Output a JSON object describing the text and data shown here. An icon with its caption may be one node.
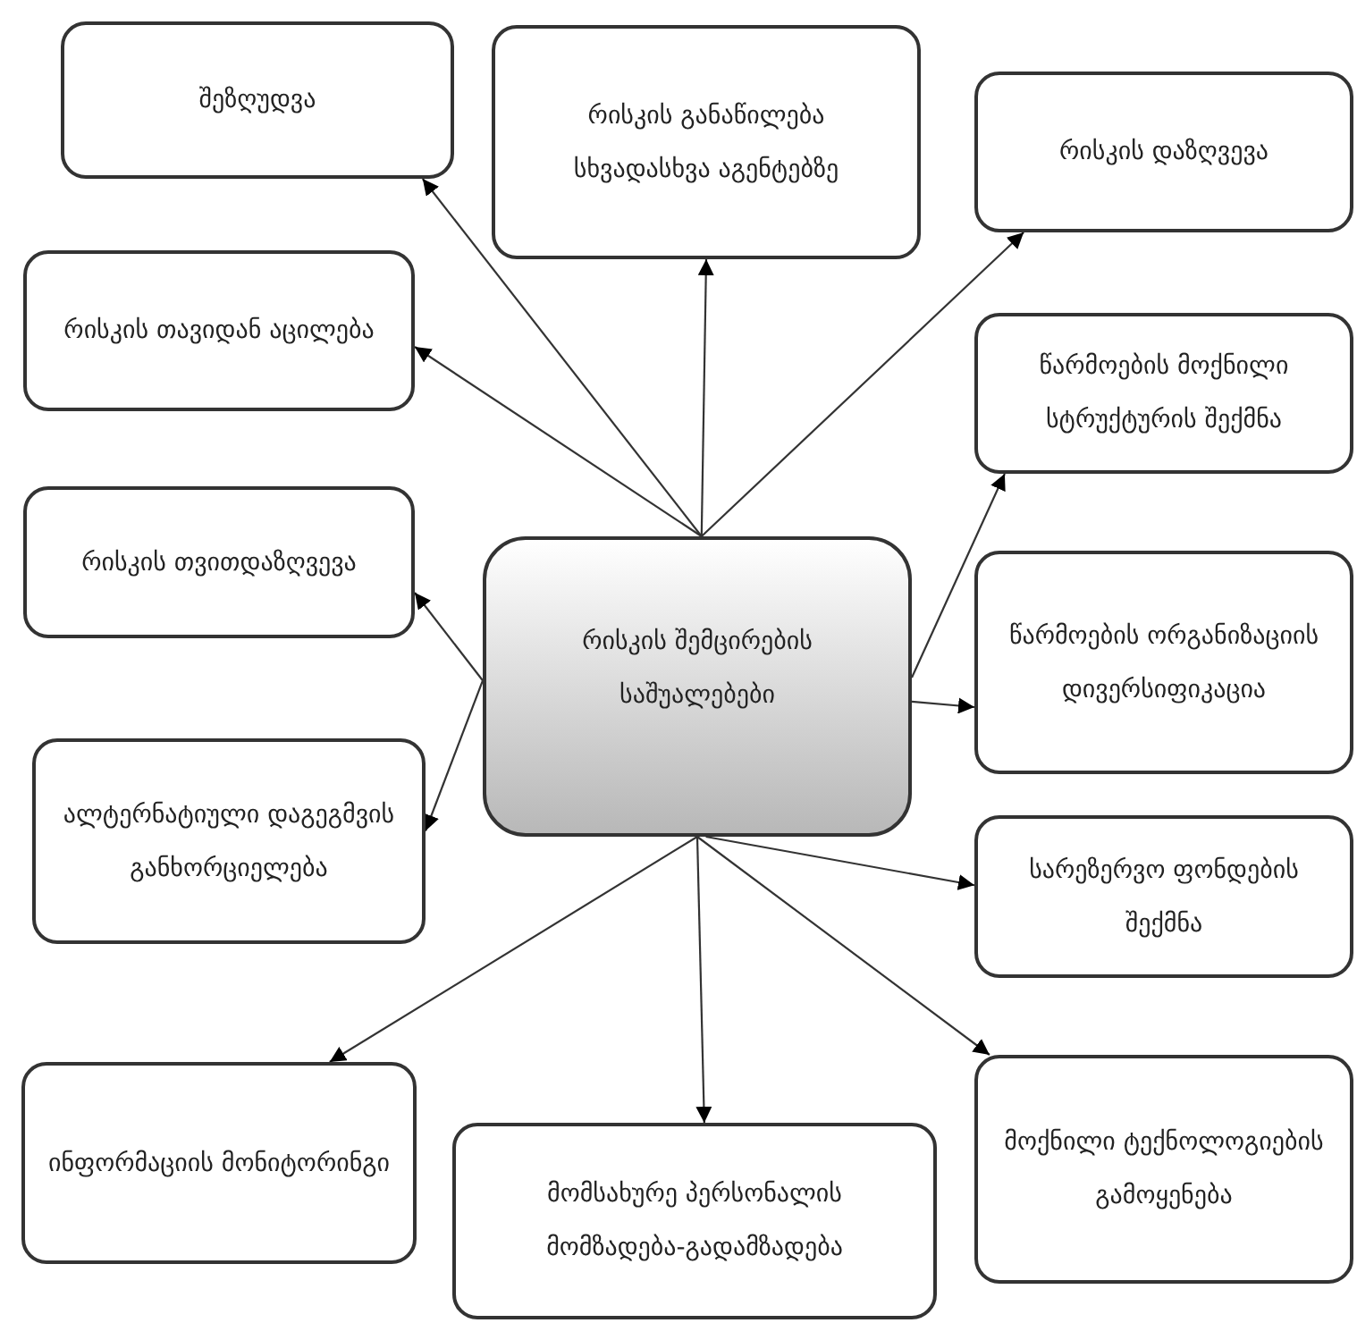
{
  "diagram": {
    "nodes": [
      {
        "text": [
          "შეზღუდვა"
        ]
      },
      {
        "text": [
          "რისკის განაწილება სხვადასხვა აგენტებზე"
        ]
      },
      {
        "text": [
          "რისკის დაზღვევა"
        ]
      },
      {
        "text": [
          "რისკის თავიდან აცილება"
        ]
      },
      {
        "text": [
          "წარმოების მოქნილი სტრუქტურის შექმნა"
        ]
      },
      {
        "text": [
          "რისკის თვითდაზღვევა"
        ]
      },
      {
        "text": [
          "რისკის შემცირების საშუალებები"
        ]
      },
      {
        "text": [
          "წარმოების ორგანიზაციის დივერსიფიკაცია"
        ]
      },
      {
        "text": [
          "ალტერნატიული დაგეგმვის განხორციელება"
        ]
      },
      {
        "text": [
          "სარეზერვო ფონდების შექმნა"
        ]
      },
      {
        "text": [
          "ინფორმაციის მონიტორინგი"
        ]
      },
      {
        "text": [
          "მომსახურე პერსონალის მომზადება-გადამზადება"
        ]
      },
      {
        "text": [
          "მოქნილი ტექნოლოგიების გამოყენება"
        ]
      }
    ],
    "edges": [
      {
        "from": 6,
        "to": 0,
        "arrow": "to"
      },
      {
        "from": 6,
        "to": 1,
        "arrow": "to"
      },
      {
        "from": 6,
        "to": 2,
        "arrow": "to"
      },
      {
        "from": 6,
        "to": 3,
        "arrow": "to"
      },
      {
        "from": 6,
        "to": 4,
        "arrow": "to"
      },
      {
        "from": 6,
        "to": 5,
        "arrow": "to"
      },
      {
        "from": 6,
        "to": 7,
        "arrow": "to"
      },
      {
        "from": 6,
        "to": 8,
        "arrow": "to"
      },
      {
        "from": 6,
        "to": 9,
        "arrow": "to"
      },
      {
        "from": 6,
        "to": 10,
        "arrow": "to"
      },
      {
        "from": 6,
        "to": 11,
        "arrow": "to"
      },
      {
        "from": 6,
        "to": 12,
        "arrow": "to"
      }
    ]
  }
}
